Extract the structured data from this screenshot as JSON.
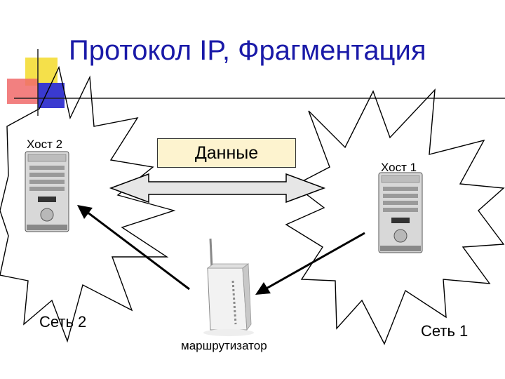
{
  "title": "Протокол IP, Фрагментация",
  "host_2": "Хост 2",
  "host_1": "Хост 1",
  "data_label": "Данные",
  "network_2": "Сеть 2",
  "network_1": "Сеть 1",
  "router": "маршрутизатор",
  "colors": {
    "title": "#1a1aa8",
    "data_box": "#fdf3cf",
    "deco_yellow": "#f5e04a",
    "deco_red": "#f06a6a",
    "deco_blue": "#3a3ad0",
    "arrow_fill": "#e6e6e6"
  },
  "icons": [
    "computer-tower-icon",
    "router-icon",
    "double-arrow-icon"
  ]
}
